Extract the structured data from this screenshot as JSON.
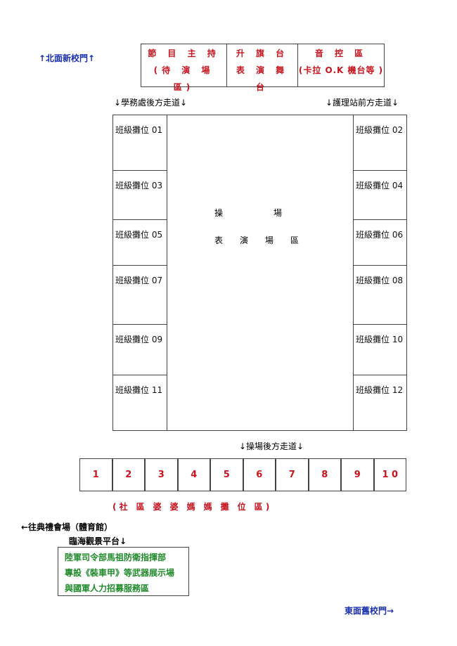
{
  "north_gate": "↑北面新校門↑",
  "top_stage": [
    {
      "line1": "節 目 主 持",
      "line2": "(待 演 場 區)"
    },
    {
      "line1": "升 旗 台",
      "line2": "表 演 舞 台"
    },
    {
      "line1": "音 控 區",
      "line2": "(卡拉 O.K 機台等 )"
    }
  ],
  "left_walkway": "↓學務處後方走道↓",
  "right_walkway": "↓護理站前方走道↓",
  "left_stalls": [
    "班級攤位 01",
    "班級攤位 03",
    "班級攤位 05",
    "班級攤位 07",
    "班級攤位 09",
    "班級攤位 11"
  ],
  "right_stalls": [
    "班級攤位 02",
    "班級攤位 04",
    "班級攤位 06",
    "班級攤位 08",
    "班級攤位 10",
    "班級攤位 12"
  ],
  "center": {
    "line1": "操　　　　　　場",
    "line2": "表　　演　　場　　區"
  },
  "back_walkway": "↓操場後方走道↓",
  "community_stalls": [
    "1",
    "2",
    "3",
    "4",
    "5",
    "6",
    "7",
    "8",
    "9",
    "1 0"
  ],
  "community_label": "( 社　區　婆　婆　媽　媽　攤　位　區 )",
  "gym": "←往典禮會場（體育館）",
  "platform": "臨海觀景平台↓",
  "military": [
    "陸軍司令部馬祖防衛指揮部",
    "專設《裝車甲》等武器展示場",
    "與國軍人力招募服務區"
  ],
  "east_gate": "東面舊校門→"
}
